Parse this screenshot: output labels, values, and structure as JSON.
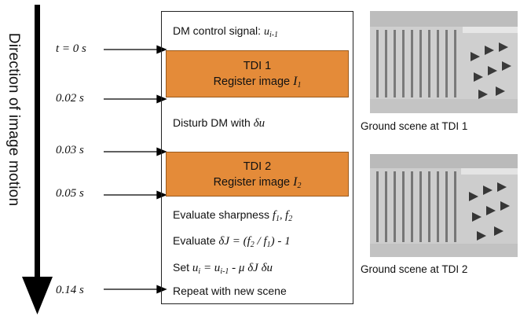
{
  "axis_label": "Direction of image motion",
  "times": [
    "t = 0 s",
    "0.02 s",
    "0.03 s",
    "0.05 s",
    "0.14 s"
  ],
  "flow": {
    "dm_signal_prefix": "DM control signal: ",
    "dm_signal_var": "u",
    "dm_signal_sub": "i-1",
    "tdi1_title": "TDI 1",
    "tdi1_line_prefix": "Register image ",
    "tdi1_var": "I",
    "tdi1_sub": "1",
    "disturb_prefix": "Disturb DM with ",
    "disturb_var": "δu",
    "tdi2_title": "TDI 2",
    "tdi2_line_prefix": "Register image ",
    "tdi2_var": "I",
    "tdi2_sub": "2",
    "eval_sharp_prefix": "Evaluate sharpness ",
    "eval_sharp_f1": "f",
    "eval_sharp_f1_sub": "1",
    "eval_sharp_sep": ", ",
    "eval_sharp_f2": "f",
    "eval_sharp_f2_sub": "2",
    "eval_dj_prefix": "Evaluate ",
    "eval_dj_formula": "δJ = (f",
    "eval_dj_sub2": "2",
    "eval_dj_mid": " / f",
    "eval_dj_sub1": "1",
    "eval_dj_end": ") - 1",
    "set_prefix": "Set ",
    "set_u": "u",
    "set_u_sub": "i",
    "set_eq": " = u",
    "set_u_prev_sub": "i-1",
    "set_rest": " - μ δJ δu",
    "repeat": "Repeat with new scene"
  },
  "captions": [
    "Ground scene at TDI 1",
    "Ground scene at TDI 2"
  ],
  "colors": {
    "tdi_box": "#e48b39",
    "arrow": "#000000"
  }
}
